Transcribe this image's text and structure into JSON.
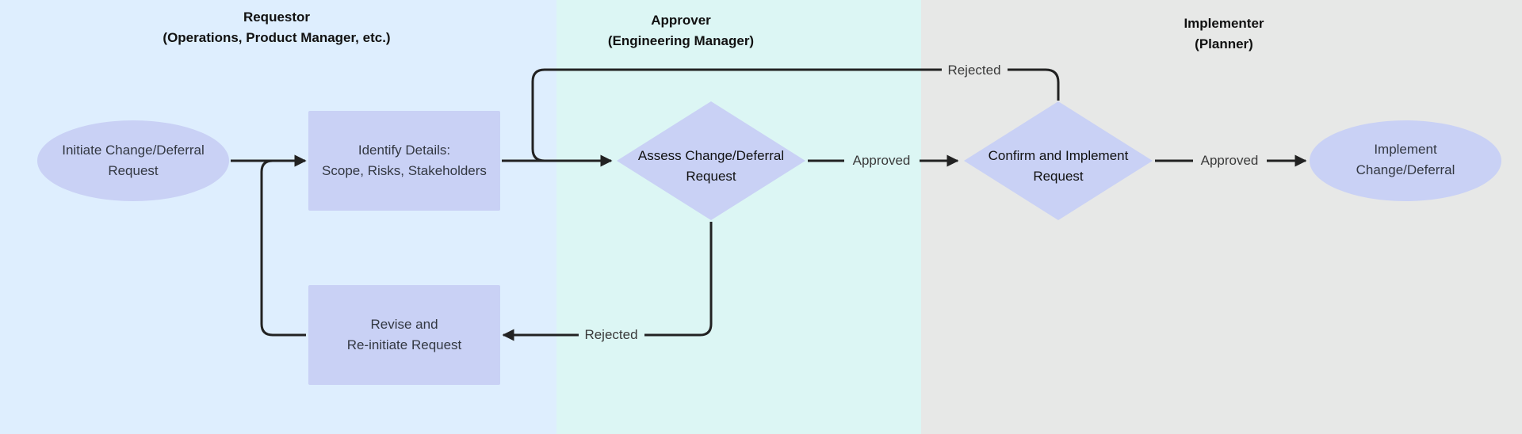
{
  "colors": {
    "lane_requestor": "#deeefe",
    "lane_approver": "#dcf6f4",
    "lane_implementer": "#e7e8e7",
    "node_fill": "#c9d1f5",
    "connector": "#222222"
  },
  "lanes": [
    {
      "title": "Requestor",
      "subtitle": "(Operations, Product Manager, etc.)"
    },
    {
      "title": "Approver",
      "subtitle": "(Engineering Manager)"
    },
    {
      "title": "Implementer",
      "subtitle": "(Planner)"
    }
  ],
  "nodes": {
    "initiate": {
      "shape": "ellipse",
      "lines": [
        "Initiate Change/Deferral",
        "Request"
      ]
    },
    "identify": {
      "shape": "rectangle",
      "lines": [
        "Identify Details:",
        "Scope, Risks, Stakeholders"
      ]
    },
    "revise": {
      "shape": "rectangle",
      "lines": [
        "Revise and",
        "Re-initiate Request"
      ]
    },
    "assess": {
      "shape": "diamond",
      "lines": [
        "Assess Change/Deferral",
        "Request"
      ]
    },
    "confirm": {
      "shape": "diamond",
      "lines": [
        "Confirm and Implement",
        "Request"
      ]
    },
    "implement": {
      "shape": "ellipse",
      "lines": [
        "Implement",
        "Change/Deferral"
      ]
    }
  },
  "edges": {
    "assess_approved": "Approved",
    "confirm_approved": "Approved",
    "assess_rejected": "Rejected",
    "confirm_rejected": "Rejected"
  }
}
